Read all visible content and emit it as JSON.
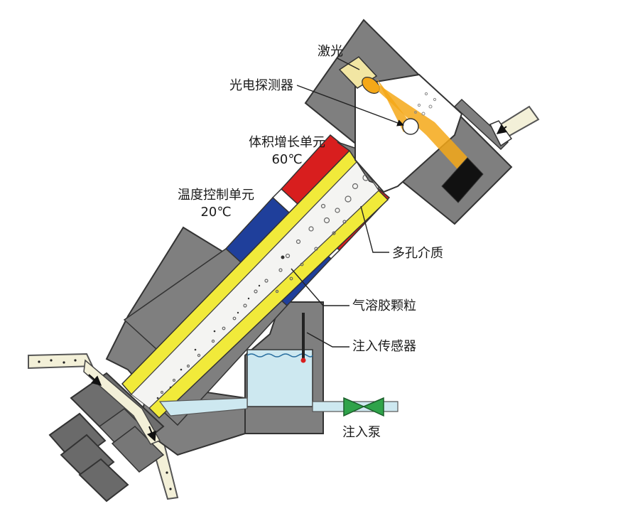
{
  "labels": {
    "laser": "激光",
    "photodetector": "光电探测器",
    "growth_unit": "体积增长单元",
    "growth_temp": "60℃",
    "temp_control_unit": "温度控制单元",
    "temp_control_temp": "20℃",
    "porous_medium": "多孔介质",
    "aerosol_particles": "气溶胶颗粒",
    "injection_sensor": "注入传感器",
    "injection_pump": "注入泵"
  },
  "colors": {
    "housing_gray": "#7f7f7f",
    "housing_dark": "#5e5e5e",
    "growth_red": "#d81e1e",
    "cool_blue": "#1f3f9b",
    "porous_yellow": "#f1ea3a",
    "laser_beam": "#f5a818",
    "laser_emitter": "#f2e6a3",
    "detector_black": "#111111",
    "liquid_blue": "#cde8f0",
    "valve_green": "#2fa34a",
    "tube_cream": "#f3f0d8"
  }
}
